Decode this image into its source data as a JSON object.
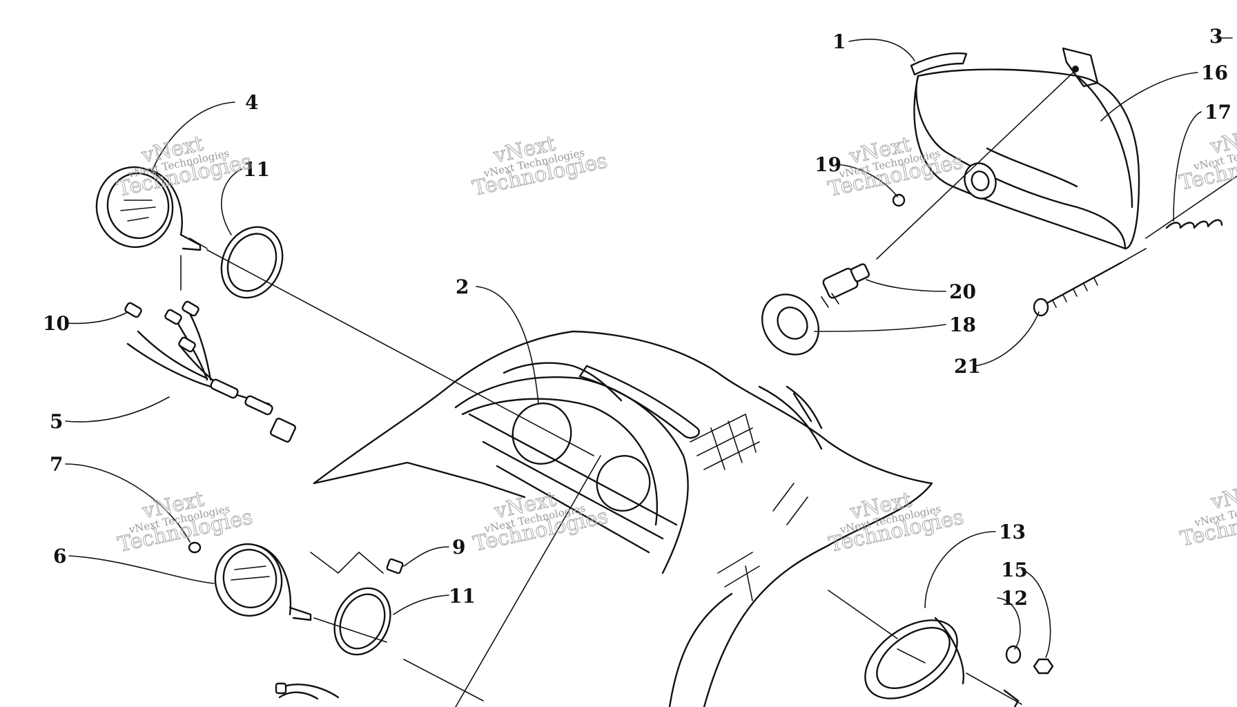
{
  "watermark": {
    "line1": "vNext",
    "line2": "vNext Technologies",
    "line3": "Technologies"
  },
  "callouts": [
    {
      "id": "c1",
      "text": "1"
    },
    {
      "id": "c2",
      "text": "2"
    },
    {
      "id": "c3",
      "text": "3"
    },
    {
      "id": "c4",
      "text": "4"
    },
    {
      "id": "c5",
      "text": "5"
    },
    {
      "id": "c6",
      "text": "6"
    },
    {
      "id": "c7",
      "text": "7"
    },
    {
      "id": "c9",
      "text": "9"
    },
    {
      "id": "c10",
      "text": "10"
    },
    {
      "id": "c11a",
      "text": "11"
    },
    {
      "id": "c11b",
      "text": "11"
    },
    {
      "id": "c12",
      "text": "12"
    },
    {
      "id": "c13",
      "text": "13"
    },
    {
      "id": "c15",
      "text": "15"
    },
    {
      "id": "c16",
      "text": "16"
    },
    {
      "id": "c17",
      "text": "17"
    },
    {
      "id": "c18",
      "text": "18"
    },
    {
      "id": "c19",
      "text": "19"
    },
    {
      "id": "c20",
      "text": "20"
    },
    {
      "id": "c21",
      "text": "21"
    }
  ]
}
